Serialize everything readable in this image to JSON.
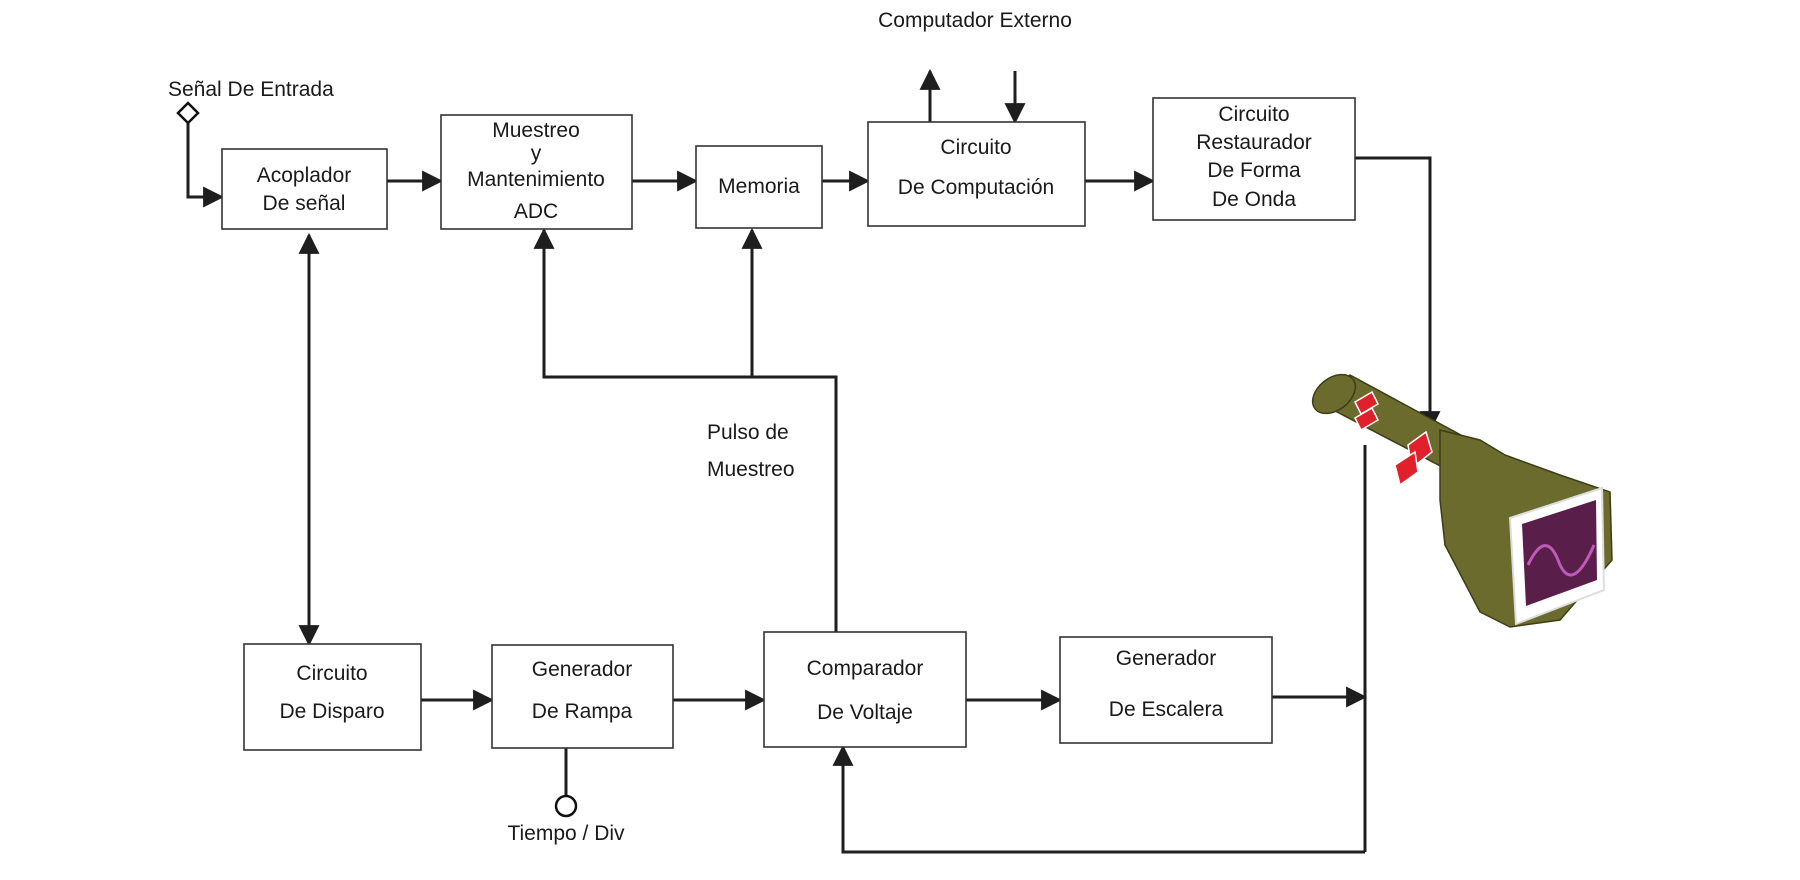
{
  "diagram": {
    "inputs": {
      "signal_input": "Señal De Entrada",
      "time_div": "Tiempo / Div",
      "external_computer": "Computador Externo",
      "sample_pulse": [
        "Pulso de",
        "Muestreo"
      ]
    },
    "blocks": {
      "acoplador": [
        "Acoplador",
        "De señal"
      ],
      "muestreo": [
        "Muestreo",
        "y",
        "Mantenimiento",
        "ADC"
      ],
      "memoria": [
        "Memoria"
      ],
      "computacion": [
        "Circuito",
        "De Computación"
      ],
      "restaurador": [
        "Circuito",
        "Restaurador",
        "De Forma",
        "De Onda"
      ],
      "disparo": [
        "Circuito",
        "De Disparo"
      ],
      "rampa": [
        "Generador",
        "De Rampa"
      ],
      "comparador": [
        "Comparador",
        "De Voltaje"
      ],
      "escalera": [
        "Generador",
        "De Escalera"
      ]
    },
    "crt": {
      "body_color": "#6b6b2e",
      "screen_color": "#5a1e4a",
      "trace_color": "#c05ab8",
      "plate_color": "#e0202a"
    }
  }
}
